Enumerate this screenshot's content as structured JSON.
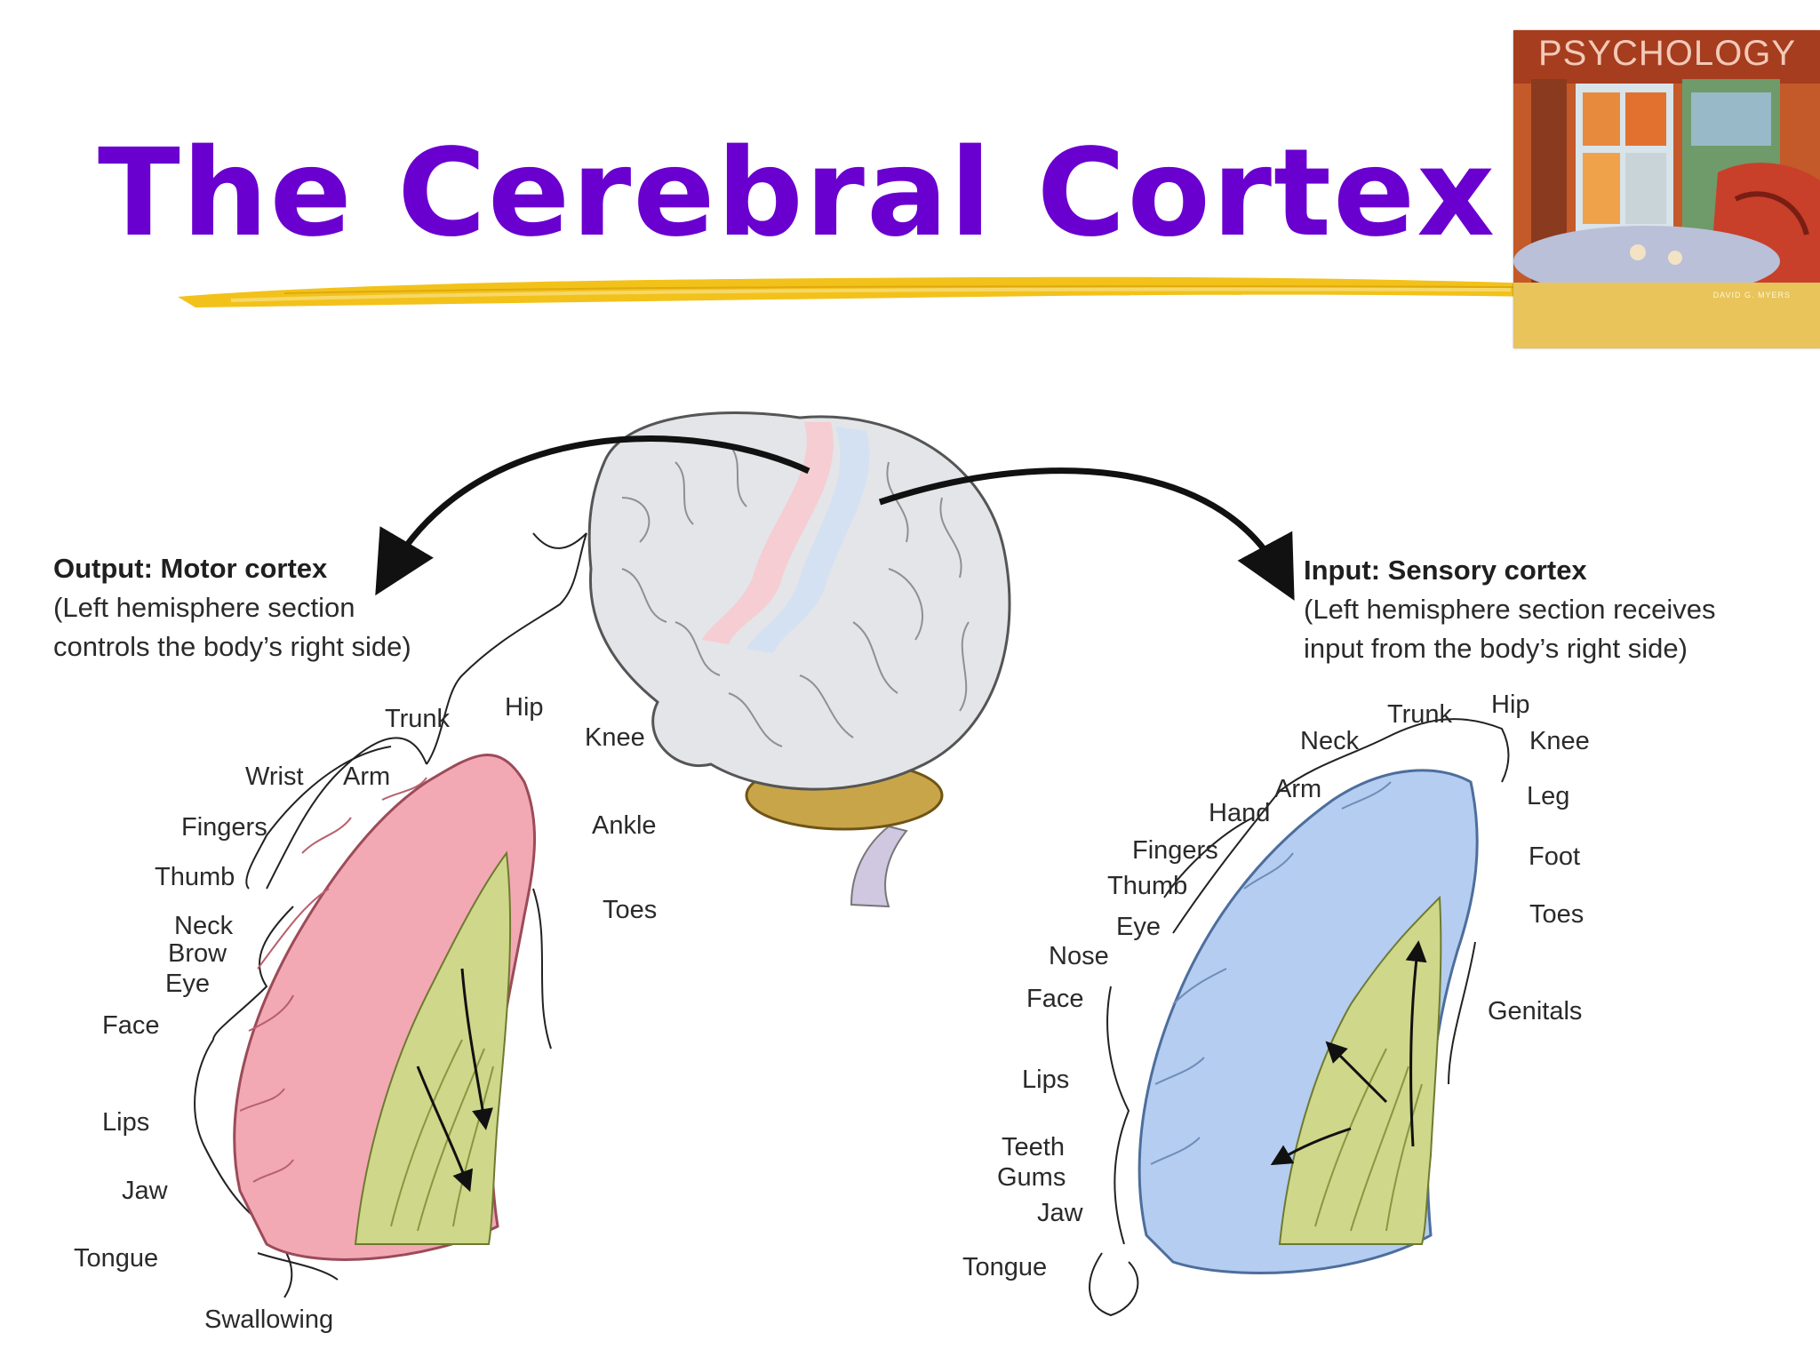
{
  "slide": {
    "title": "The Cerebral Cortex",
    "title_color": "#6a00d0",
    "accent_brush_color": "#f2c21b"
  },
  "book_cover": {
    "title": "PSYCHOLOGY",
    "author": "DAVID G. MYERS"
  },
  "motor": {
    "heading": "Output: Motor cortex",
    "subtitle_line1": "(Left hemisphere section",
    "subtitle_line2": "controls the body’s right side)",
    "color": "#f2a9b4",
    "labels": {
      "trunk": "Trunk",
      "hip": "Hip",
      "knee": "Knee",
      "wrist": "Wrist",
      "arm": "Arm",
      "fingers": "Fingers",
      "ankle": "Ankle",
      "thumb": "Thumb",
      "toes": "Toes",
      "neck": "Neck",
      "brow": "Brow",
      "eye": "Eye",
      "face": "Face",
      "lips": "Lips",
      "jaw": "Jaw",
      "tongue": "Tongue",
      "swallowing": "Swallowing"
    }
  },
  "sensory": {
    "heading": "Input: Sensory cortex",
    "subtitle_line1": "(Left hemisphere section receives",
    "subtitle_line2": "input from the body’s right side)",
    "color": "#b4cdf0",
    "labels": {
      "trunk": "Trunk",
      "hip": "Hip",
      "neck": "Neck",
      "knee": "Knee",
      "arm": "Arm",
      "leg": "Leg",
      "hand": "Hand",
      "fingers": "Fingers",
      "foot": "Foot",
      "thumb": "Thumb",
      "eye": "Eye",
      "toes": "Toes",
      "nose": "Nose",
      "face": "Face",
      "genitals": "Genitals",
      "lips": "Lips",
      "teeth": "Teeth",
      "gums": "Gums",
      "jaw": "Jaw",
      "tongue": "Tongue"
    }
  },
  "colors": {
    "brain": "#e3e5e8",
    "white_matter": "#cfd78a",
    "arrow": "#111111"
  }
}
